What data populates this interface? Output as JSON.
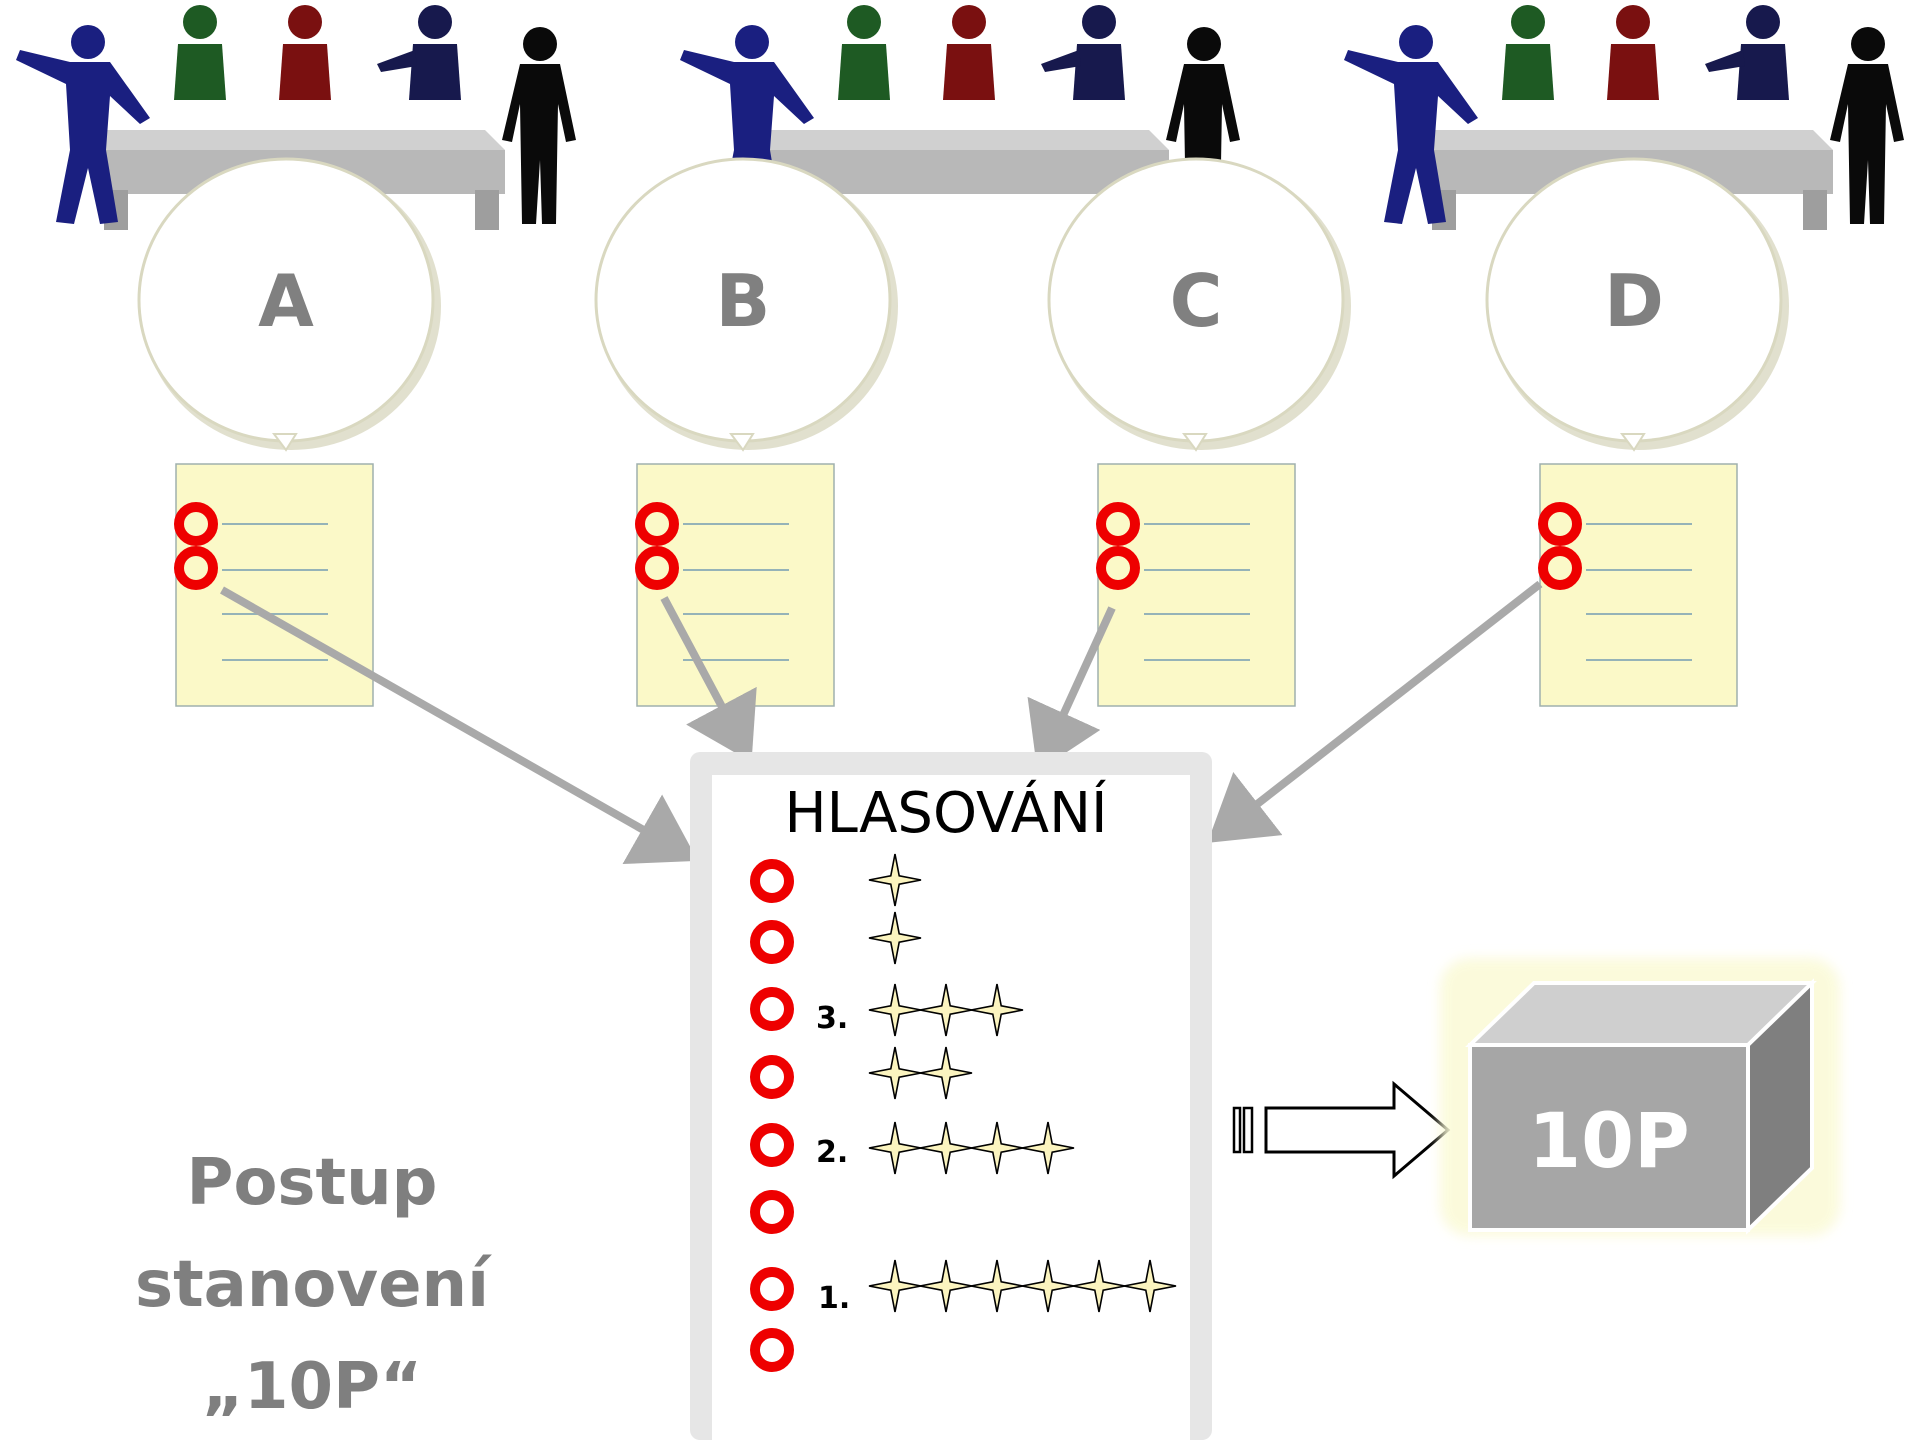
{
  "groups": [
    {
      "label": "A"
    },
    {
      "label": "B"
    },
    {
      "label": "C"
    },
    {
      "label": "D"
    }
  ],
  "voting": {
    "title": "HLASOVÁNÍ",
    "ranks": [
      "3.",
      "2.",
      "1."
    ]
  },
  "result_box": {
    "label": "10P"
  },
  "caption": {
    "lines": [
      "Postup",
      "stanovení",
      "„10P“"
    ]
  },
  "colors": {
    "person_blue": "#1a1f80",
    "person_green": "#1e5a23",
    "person_red": "#7a1010",
    "person_navy": "#17194d",
    "person_black": "#0a0a0a",
    "table": "#b8b8b8",
    "note": "#fbf9c8",
    "ring": "#ee0000",
    "arrow": "#a9a9a9",
    "star": "#fbf4bf",
    "box": "#a6a6a6"
  }
}
